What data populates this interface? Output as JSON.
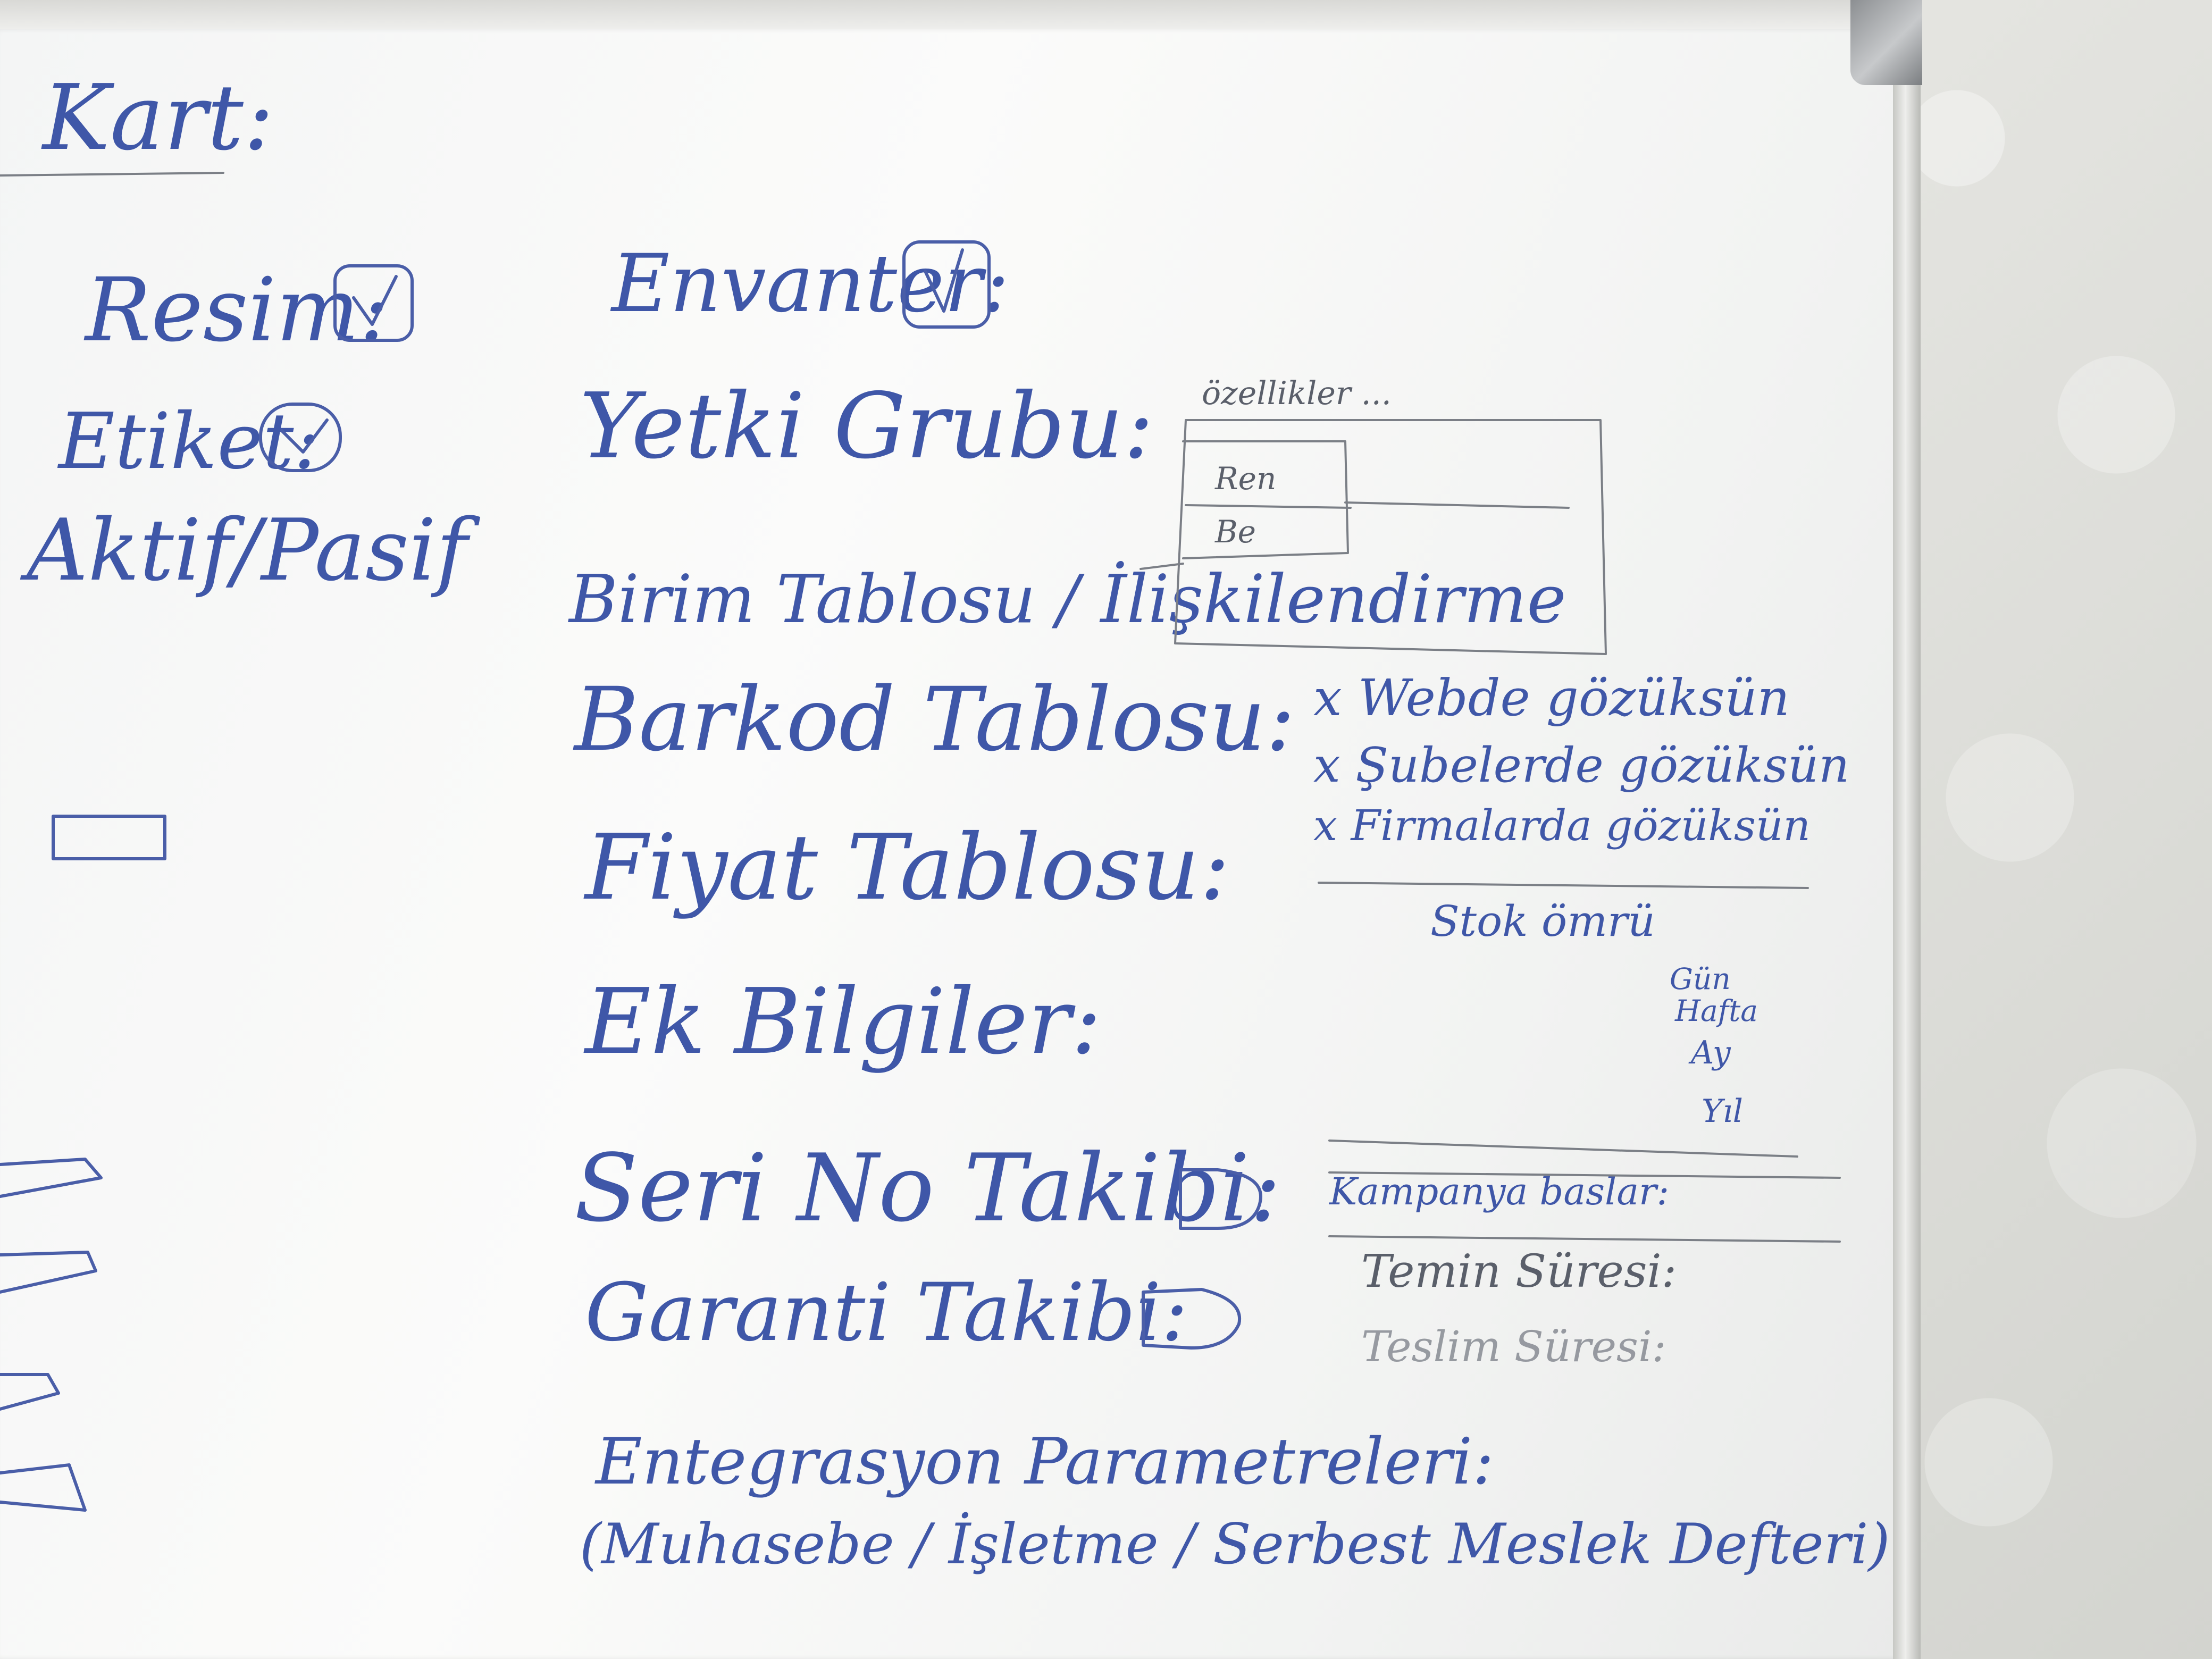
{
  "header": {
    "title": "Kart:"
  },
  "left_column": {
    "resim": "Resim:",
    "etiket": "Etiket:",
    "aktif_pasif": "Aktif/Pasif"
  },
  "main_fields": {
    "envanter": "Envanter:",
    "yetki_grubu": "Yetki Grubu:",
    "birim_tablosu": "Birim Tablosu / İlişkilendirme",
    "barkod_tablosu": "Barkod Tablosu:",
    "fiyat_tablosu": "Fiyat Tablosu:",
    "ek_bilgiler": "Ek Bilgiler:",
    "seri_no_takibi": "Seri No Takibi:",
    "garanti_takibi": "Garanti Takibi:",
    "entegrasyon_parametreleri": "Entegrasyon Parametreleri:",
    "entegrasyon_detay": "(Muhasebe / İşletme / Serbest Meslek Defteri)"
  },
  "ozellikler": {
    "heading": "özellikler ...",
    "rows": [
      "Ren",
      "Be"
    ]
  },
  "options": [
    "x Webde gözüksün",
    "x Şubelerde gözüksün",
    "x Firmalarda gözüksün"
  ],
  "stok_omru": {
    "heading": "Stok ömrü",
    "units": [
      "Gün",
      "Hafta",
      "Ay",
      "Yıl"
    ]
  },
  "right_notes": {
    "kampanya": "Kampanya baslar:",
    "temin_suresi": "Temin Süresi:",
    "teslim_suresi": "Teslim Süresi:"
  },
  "colors": {
    "marker_blue": "#3f57a8",
    "board_white": "#f6f7f7",
    "wall_gray": "#dcdcd8",
    "frame_gray": "#8c8f92"
  }
}
